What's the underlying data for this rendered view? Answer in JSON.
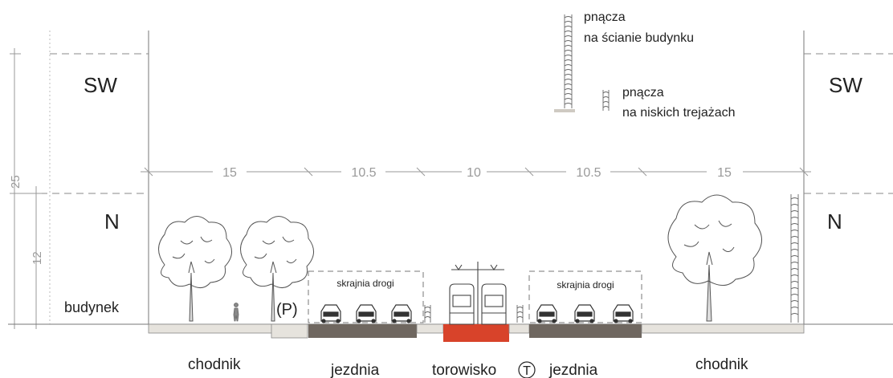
{
  "zones": {
    "upper_left": "SW",
    "upper_right": "SW",
    "lower_left": "N",
    "lower_right": "N"
  },
  "dimensions": {
    "widths": [
      "15",
      "10.5",
      "10",
      "10.5",
      "15"
    ],
    "heights": [
      "25",
      "12"
    ]
  },
  "legend": {
    "wall_climbers": [
      "pnącza",
      "na ścianie budynku"
    ],
    "low_trellis": [
      "pnącza",
      "na niskich trejażach"
    ]
  },
  "labels": {
    "building": "budynek",
    "parking": "(P)",
    "clearance_left": "skrajnia drogi",
    "clearance_right": "skrajnia drogi"
  },
  "bottom_labels": {
    "sidewalk_left": "chodnik",
    "road_left": "jezdnia",
    "tramway": "torowisko",
    "tram_symbol": "T",
    "road_right": "jezdnia",
    "sidewalk_right": "chodnik"
  },
  "colors": {
    "pavement": "#e6e3dd",
    "road": "#6f6760",
    "tramway": "#d8432a",
    "line": "#555555",
    "dim": "#9a9a9a"
  }
}
